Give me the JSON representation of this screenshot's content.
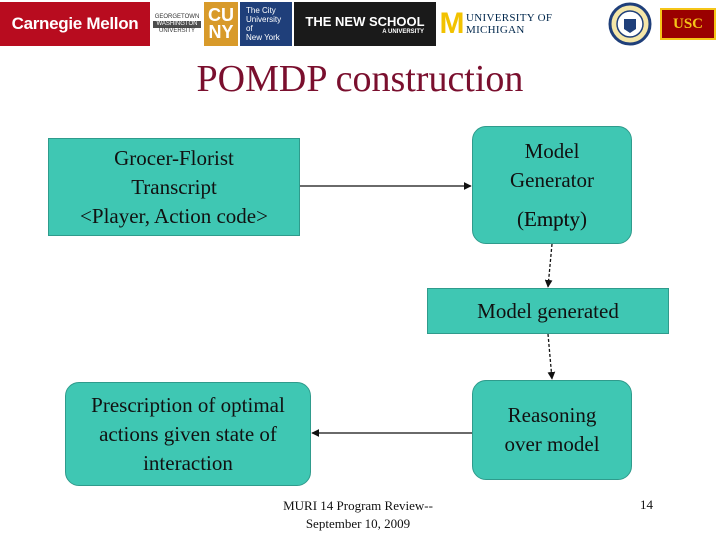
{
  "logos": {
    "cmu": "Carnegie Mellon",
    "georgetown": [
      "GEORGETOWN",
      "WASHINGTON",
      "UNIVERSITY"
    ],
    "cuny": [
      "CU",
      "NY"
    ],
    "city_college": [
      "The City",
      "University",
      "of",
      "New York"
    ],
    "new_school": "THE NEW SCHOOL",
    "new_school_sub": "A UNIVERSITY",
    "umich_mark": "M",
    "umich": "UNIVERSITY OF MICHIGAN",
    "usc": "USC"
  },
  "title": "POMDP construction",
  "boxes": {
    "transcript": [
      "Grocer-Florist",
      "Transcript",
      "<Player, Action code>"
    ],
    "model_generator": [
      "Model",
      "Generator"
    ],
    "model_generator_overlap": [
      "Empty",
      "(Empty)"
    ],
    "model_generated": "Model generated",
    "reasoning": [
      "Reasoning",
      "over model"
    ],
    "prescription": [
      "Prescription of optimal",
      "actions given state of",
      "interaction"
    ]
  },
  "footer": {
    "line1": "MURI 14 Program Review--",
    "line2": "September 10, 2009",
    "page": "14"
  }
}
